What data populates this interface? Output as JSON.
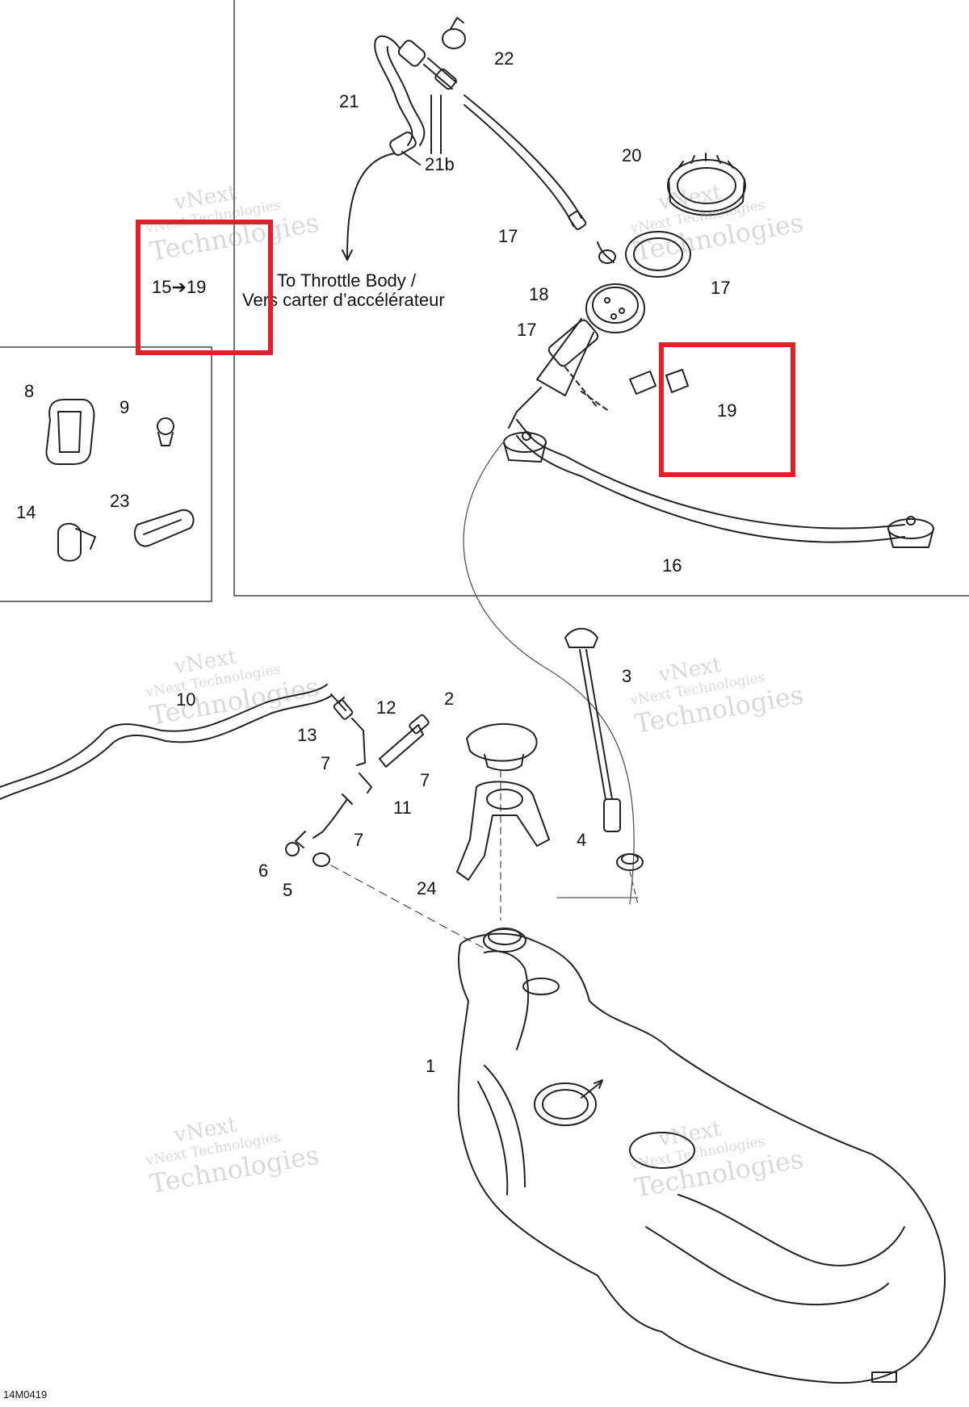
{
  "diagram": {
    "drawing_code": "14M0419",
    "callouts": {
      "c1": "1",
      "c2": "2",
      "c3": "3",
      "c4": "4",
      "c5": "5",
      "c6": "6",
      "c7a": "7",
      "c7b": "7",
      "c7c": "7",
      "c8": "8",
      "c9": "9",
      "c10": "10",
      "c11": "11",
      "c12": "12",
      "c13": "13",
      "c14": "14",
      "c16": "16",
      "c17a": "17",
      "c17b": "17",
      "c17c": "17",
      "c18": "18",
      "c19": "19",
      "c20": "20",
      "c21": "21",
      "c21b": "21b",
      "c22": "22",
      "c23": "23",
      "c24": "24"
    },
    "range_note": "15➔19",
    "throttle_note_line1": "To Throttle Body /",
    "throttle_note_line2": "Vers carter d’accélérateur",
    "watermark": {
      "line1": "vNext",
      "line2": "vNext Technologies",
      "line3": "Technologies"
    },
    "highlight_color": "#e3202a"
  }
}
